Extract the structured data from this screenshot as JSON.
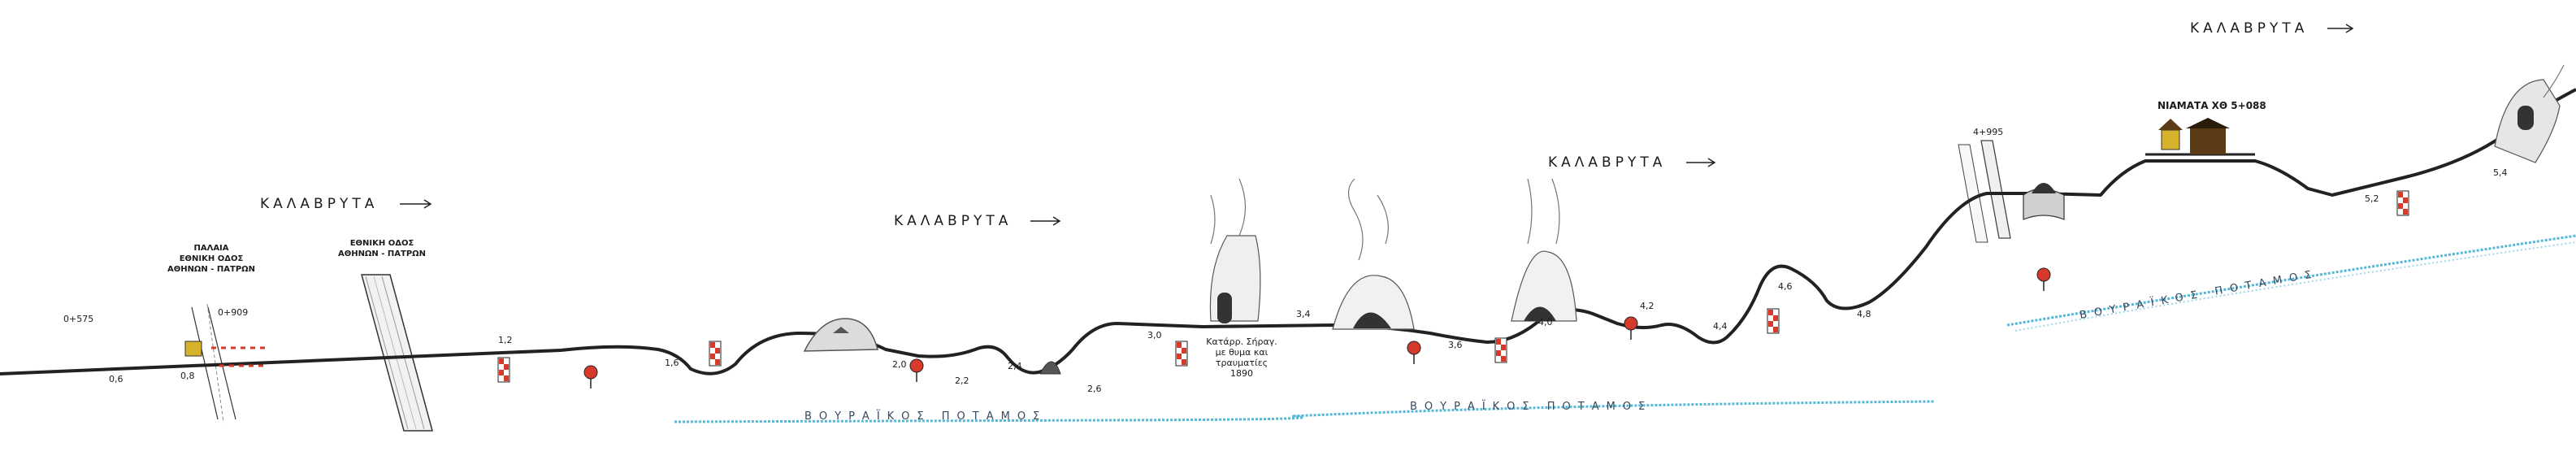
{
  "direction_labels": [
    "ΚΑΛΑΒΡΥΤΑ",
    "ΚΑΛΑΒΡΥΤΑ",
    "ΚΑΛΑΒΡΥΤΑ",
    "ΚΑΛΑΒΡΥΤΑ"
  ],
  "chainage_labels": [
    "0+575",
    "0+909",
    "4+995"
  ],
  "km_markers": [
    "0,6",
    "0,8",
    "1,2",
    "1,6",
    "2,0",
    "2,2",
    "2,4",
    "2,6",
    "3,0",
    "3,4",
    "3,6",
    "4,0",
    "4,2",
    "4,4",
    "4,6",
    "4,8",
    "5,2",
    "5,4"
  ],
  "road_labels": {
    "old_road": [
      "ΠΑΛΑΙΑ",
      "ΕΘΝΙΚΗ ΟΔΟΣ",
      "ΑΘΗΝΩΝ - ΠΑΤΡΩΝ"
    ],
    "national_road": [
      "ΕΘΝΙΚΗ ΟΔΟΣ",
      "ΑΘΗΝΩΝ - ΠΑΤΡΩΝ"
    ]
  },
  "tunnel_note": [
    "Κατάρρ. Σήραγ.",
    "με θυμα και",
    "τραυματίες",
    "1890"
  ],
  "station_label": "ΝΙΑΜΑΤΑ ΧΘ 5+088",
  "river_labels": [
    "ΒΟΥΡΑΪΚΟΣ ΠΟΤΑΜΟΣ",
    "ΒΟΥΡΑΪΚΟΣ ΠΟΤΑΜΟΣ",
    "ΒΟΥΡΑΪΚΟΣ ΠΟΤΑΜΟΣ"
  ],
  "colors": {
    "track": "#222222",
    "river": "#55b8d6",
    "sign_red": "#d63a2a",
    "station_yellow": "#d7b22b",
    "station_roof": "#5a3b16"
  }
}
